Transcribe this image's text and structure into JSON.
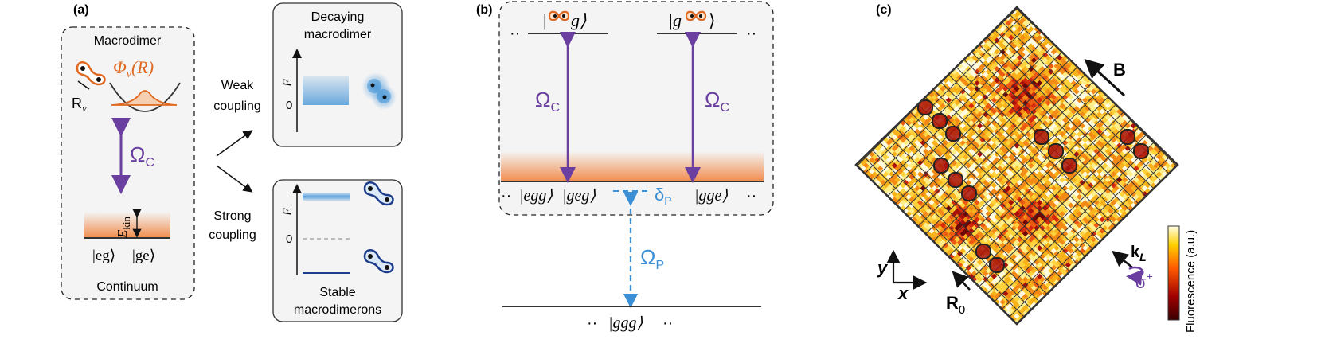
{
  "panel_a": {
    "tag": "(a)",
    "macrodimer_title": "Macrodimer",
    "phi_label": "Φ",
    "phi_sub": "v",
    "phi_arg": "(R)",
    "r_label": "R",
    "r_sub": "v",
    "omega": "Ω",
    "omega_sub": "C",
    "ekin": "E",
    "ekin_sub": "kin",
    "state_eg": "|eg⟩",
    "state_ge": "|ge⟩",
    "continuum": "Continuum",
    "weak_line1": "Weak",
    "weak_line2": "coupling",
    "strong_line1": "Strong",
    "strong_line2": "coupling",
    "decay_line1": "Decaying",
    "decay_line2": "macrodimer",
    "stable_line1": "Stable",
    "stable_line2": "macrodimerons",
    "e_axis": "E",
    "zero": "0"
  },
  "panel_b": {
    "tag": "(b)",
    "top_left_state": "|∞g⟩",
    "top_right_state": "|g∞⟩",
    "dots": "··",
    "omega": "Ω",
    "omega_sub": "C",
    "state_egg": "|egg⟩",
    "state_geg": "|geg⟩",
    "state_gge": "|gge⟩",
    "delta": "δ",
    "delta_sub": "P",
    "omega_p": "Ω",
    "omega_p_sub": "P",
    "ground": "|ggg⟩"
  },
  "panel_c": {
    "tag": "(c)",
    "b_label": "B",
    "y_label": "y",
    "x_label": "x",
    "r0_label": "R",
    "r0_sub": "0",
    "kl_label": "k",
    "kl_sub": "L",
    "sigma_label": "σ",
    "sigma_sup": "+",
    "colorbar_label": "Fluorescence (a.u.)"
  },
  "colors": {
    "purple": "#6a3fa0",
    "orange": "#e06820",
    "blue": "#3a8fd6",
    "dark_blue": "#1e3c8c",
    "panel_bg": "#f4f4f4"
  }
}
